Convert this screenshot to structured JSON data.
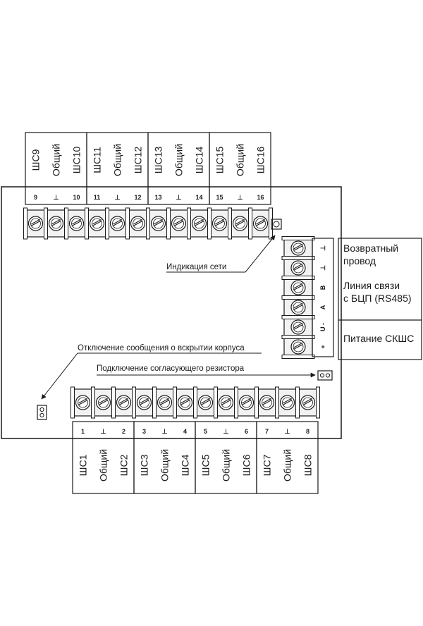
{
  "top_groups": [
    {
      "labels": [
        "ШС9",
        "Общий",
        "ШС10"
      ],
      "numbers": [
        "9",
        "⊥",
        "10"
      ]
    },
    {
      "labels": [
        "ШС11",
        "Общий",
        "ШС12"
      ],
      "numbers": [
        "11",
        "⊥",
        "12"
      ]
    },
    {
      "labels": [
        "ШС13",
        "Общий",
        "ШС14"
      ],
      "numbers": [
        "13",
        "⊥",
        "14"
      ]
    },
    {
      "labels": [
        "ШС15",
        "Общий",
        "ШС16"
      ],
      "numbers": [
        "15",
        "⊥",
        "16"
      ]
    }
  ],
  "bottom_groups": [
    {
      "labels": [
        "ШС1",
        "Общий",
        "ШС2"
      ],
      "numbers": [
        "1",
        "⊥",
        "2"
      ]
    },
    {
      "labels": [
        "ШС3",
        "Общий",
        "ШС4"
      ],
      "numbers": [
        "3",
        "⊥",
        "4"
      ]
    },
    {
      "labels": [
        "ШС5",
        "Общий",
        "ШС6"
      ],
      "numbers": [
        "5",
        "⊥",
        "6"
      ]
    },
    {
      "labels": [
        "ШС7",
        "Общий",
        "ШС8"
      ],
      "numbers": [
        "7",
        "⊥",
        "8"
      ]
    }
  ],
  "right_terminals": [
    "⊥",
    "⊥",
    "В",
    "А",
    "U -",
    "+"
  ],
  "right_labels": {
    "return_line1": "Возвратный",
    "return_line2": "провод",
    "comm_line1": "Линия связи",
    "comm_line2": "с БЦП (RS485)",
    "power": "Питание СКШС"
  },
  "annotations": {
    "network": "Индикация сети",
    "tamper": "Отключение сообщения о вскрытии корпуса",
    "resistor": "Подключение согласующего резистора"
  },
  "colors": {
    "line": "#1a1a1a",
    "screw_fill": "#ffffff",
    "block_fill": "#f2f2f2"
  }
}
